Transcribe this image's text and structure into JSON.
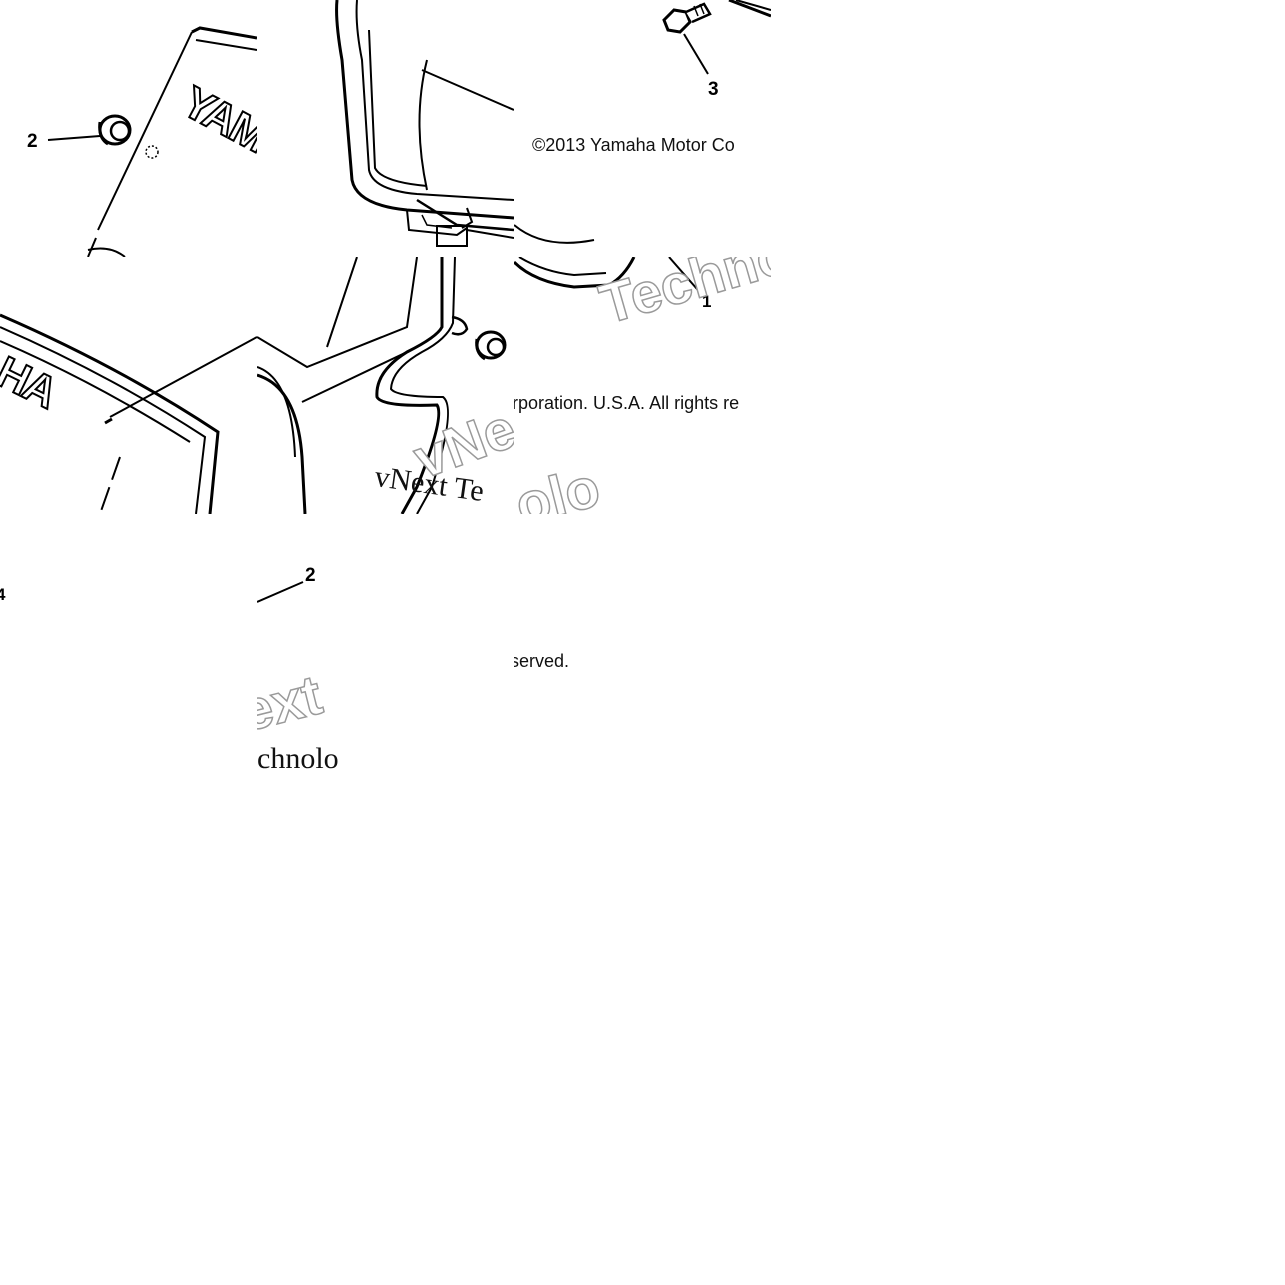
{
  "diagram": {
    "callouts": {
      "part_1": "1",
      "part_2": "2",
      "part_3": "3",
      "part_4": "4"
    },
    "brand_marks": {
      "yamaha": "YAMAHA"
    },
    "copyright": {
      "line_1": "©2013 Yamaha Motor Co",
      "line_2": "rporation. U.S.A. All rights re",
      "line_3": "served."
    },
    "watermark": {
      "serif_1": "vNext Te",
      "serif_2": "chnolo",
      "outline_1": "Techno",
      "outline_2": "vNe",
      "outline_3": "ext",
      "outline_4": "olo"
    },
    "colors": {
      "ink": "#000000",
      "paper": "#ffffff",
      "watermark_outline": "#9a9a9a"
    }
  }
}
